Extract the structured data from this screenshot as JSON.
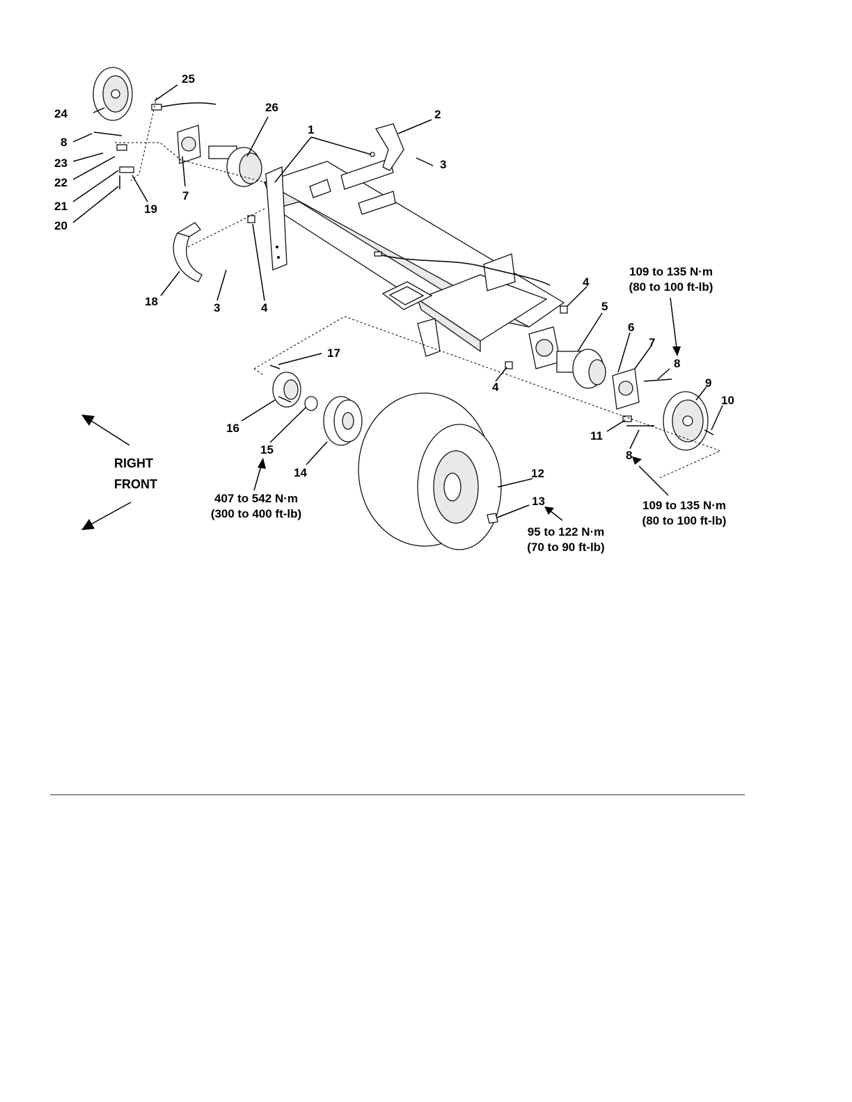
{
  "callouts": [
    {
      "id": "c1",
      "text": "1"
    },
    {
      "id": "c2",
      "text": "2"
    },
    {
      "id": "c3a",
      "text": "3"
    },
    {
      "id": "c3b",
      "text": "3"
    },
    {
      "id": "c4a",
      "text": "4"
    },
    {
      "id": "c4b",
      "text": "4"
    },
    {
      "id": "c4c",
      "text": "4"
    },
    {
      "id": "c5",
      "text": "5"
    },
    {
      "id": "c6",
      "text": "6"
    },
    {
      "id": "c7a",
      "text": "7"
    },
    {
      "id": "c7b",
      "text": "7"
    },
    {
      "id": "c8a",
      "text": "8"
    },
    {
      "id": "c8b",
      "text": "8"
    },
    {
      "id": "c8c",
      "text": "8"
    },
    {
      "id": "c9",
      "text": "9"
    },
    {
      "id": "c10",
      "text": "10"
    },
    {
      "id": "c11",
      "text": "11"
    },
    {
      "id": "c12",
      "text": "12"
    },
    {
      "id": "c13",
      "text": "13"
    },
    {
      "id": "c14",
      "text": "14"
    },
    {
      "id": "c15",
      "text": "15"
    },
    {
      "id": "c16",
      "text": "16"
    },
    {
      "id": "c17",
      "text": "17"
    },
    {
      "id": "c18",
      "text": "18"
    },
    {
      "id": "c19",
      "text": "19"
    },
    {
      "id": "c20",
      "text": "20"
    },
    {
      "id": "c21",
      "text": "21"
    },
    {
      "id": "c22",
      "text": "22"
    },
    {
      "id": "c23",
      "text": "23"
    },
    {
      "id": "c24",
      "text": "24"
    },
    {
      "id": "c25",
      "text": "25"
    },
    {
      "id": "c26",
      "text": "26"
    }
  ],
  "torques": {
    "top_right": {
      "line1": "109 to 135 N·m",
      "line2": "(80 to 100 ft-lb)"
    },
    "bottom_right": {
      "line1": "109 to 135 N·m",
      "line2": "(80 to 100 ft-lb)"
    },
    "wheel_nut": {
      "line1": "95 to 122 N·m",
      "line2": "(70 to 90 ft-lb)"
    },
    "hub_nut": {
      "line1": "407 to 542 N·m",
      "line2": "(300 to 400 ft-lb)"
    }
  },
  "directions": {
    "right": "RIGHT",
    "front": "FRONT"
  }
}
